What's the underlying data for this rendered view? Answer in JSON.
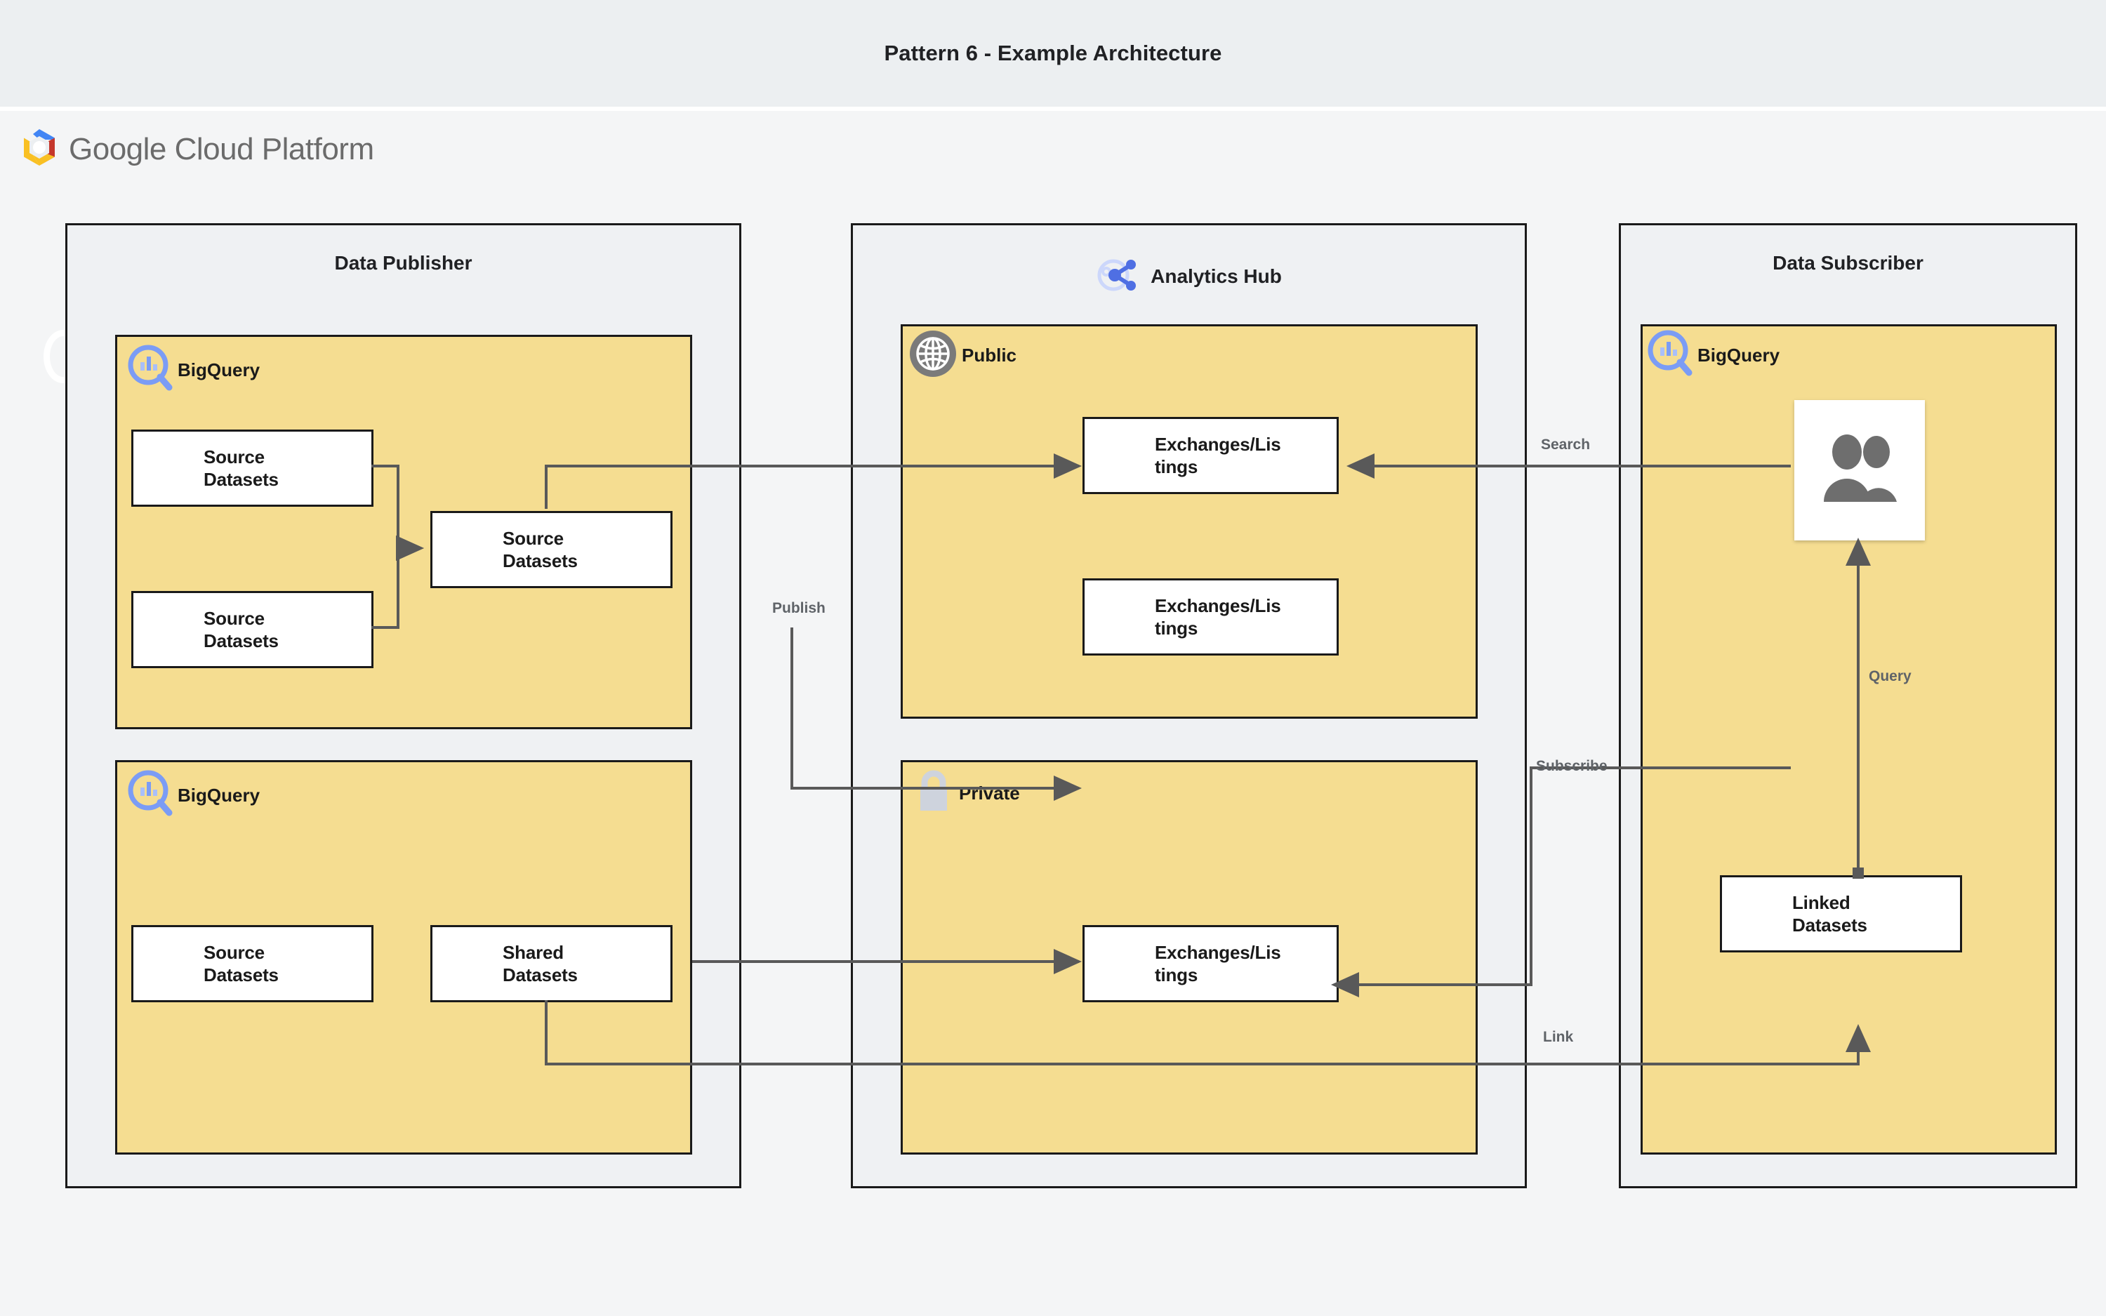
{
  "page": {
    "title": "Pattern 6 - Example Architecture",
    "platform_logo_text": "Google Cloud Platform"
  },
  "colors": {
    "title_band": "#eceff1",
    "canvas": "#f4f5f6",
    "group_fill": "#eff1f3",
    "panel_fill": "#f5dd91",
    "node_fill": "#ffffff",
    "stroke": "#1a1a1a",
    "wire": "#595959",
    "glyph_gray": "#6e6e6e",
    "bigquery_blue": "#7b9cf5",
    "analytics_hub_blue": "#4f6fe3",
    "globe_gray": "#7a7a7a",
    "lock_gray": "#ced3dd",
    "label_gray": "#5f6368"
  },
  "groups": [
    {
      "id": "data-publisher",
      "title": "Data Publisher",
      "icon": null,
      "panels": [
        {
          "id": "publisher-bigquery-top",
          "label": "BigQuery",
          "icon": "bigquery-icon",
          "nodes": [
            {
              "id": "src-ds-1",
              "label": "Source\nDatasets",
              "icon": "dataset-icon"
            },
            {
              "id": "src-ds-2",
              "label": "Source\nDatasets",
              "icon": "dataset-icon"
            },
            {
              "id": "src-ds-merged",
              "label": "Source\nDatasets",
              "icon": "dataset-icon"
            }
          ]
        },
        {
          "id": "publisher-bigquery-bottom",
          "label": "BigQuery",
          "icon": "bigquery-icon",
          "nodes": [
            {
              "id": "src-ds-3",
              "label": "Source\nDatasets",
              "icon": "dataset-icon"
            },
            {
              "id": "shared-ds",
              "label": "Shared\nDatasets",
              "icon": "dataset-icon"
            }
          ]
        }
      ]
    },
    {
      "id": "analytics-hub",
      "title": "Analytics Hub",
      "icon": "analytics-hub-icon",
      "panels": [
        {
          "id": "hub-public",
          "label": "Public",
          "icon": "globe-icon",
          "nodes": [
            {
              "id": "pub-listing-1",
              "label": "Exchanges/Lis\ntings",
              "icon": "dataset-icon"
            },
            {
              "id": "pub-listing-2",
              "label": "Exchanges/Lis\ntings",
              "icon": "dataset-icon"
            }
          ]
        },
        {
          "id": "hub-private",
          "label": "Private",
          "icon": "lock-icon",
          "nodes": [
            {
              "id": "priv-listing-1",
              "label": "Exchanges/Lis\ntings",
              "icon": "dataset-icon"
            }
          ]
        }
      ]
    },
    {
      "id": "data-subscriber",
      "title": "Data Subscriber",
      "icon": null,
      "panels": [
        {
          "id": "subscriber-bigquery",
          "label": "BigQuery",
          "icon": "bigquery-icon",
          "nodes": [
            {
              "id": "subscriber-users",
              "label": "",
              "icon": "users-icon"
            },
            {
              "id": "linked-ds",
              "label": "Linked\nDatasets",
              "icon": "dataset-icon"
            }
          ]
        }
      ]
    }
  ],
  "edge_labels": [
    {
      "id": "publish",
      "text": "Publish"
    },
    {
      "id": "search",
      "text": "Search"
    },
    {
      "id": "subscribe",
      "text": "Subscribe"
    },
    {
      "id": "query",
      "text": "Query"
    },
    {
      "id": "link",
      "text": "Link"
    }
  ]
}
